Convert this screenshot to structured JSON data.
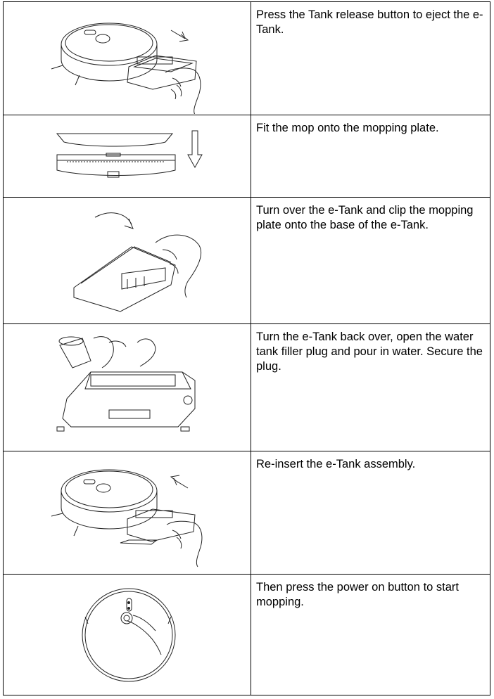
{
  "steps": [
    {
      "text": "Press the Tank release button to eject the e-Tank.",
      "illustration": "robot-eject-tank"
    },
    {
      "text": "Fit the mop onto the mopping plate.",
      "illustration": "mop-onto-plate"
    },
    {
      "text": "Turn over the e-Tank and clip the mopping plate onto the base of the e-Tank.",
      "illustration": "clip-plate-to-tank"
    },
    {
      "text": "Turn the e-Tank back over, open the water tank filler plug and pour in water. Secure the plug.",
      "illustration": "fill-water-tank"
    },
    {
      "text": "Re-insert the e-Tank assembly.",
      "illustration": "reinsert-tank"
    },
    {
      "text": "Then press the power on button to start mopping.",
      "illustration": "press-power-button"
    }
  ]
}
